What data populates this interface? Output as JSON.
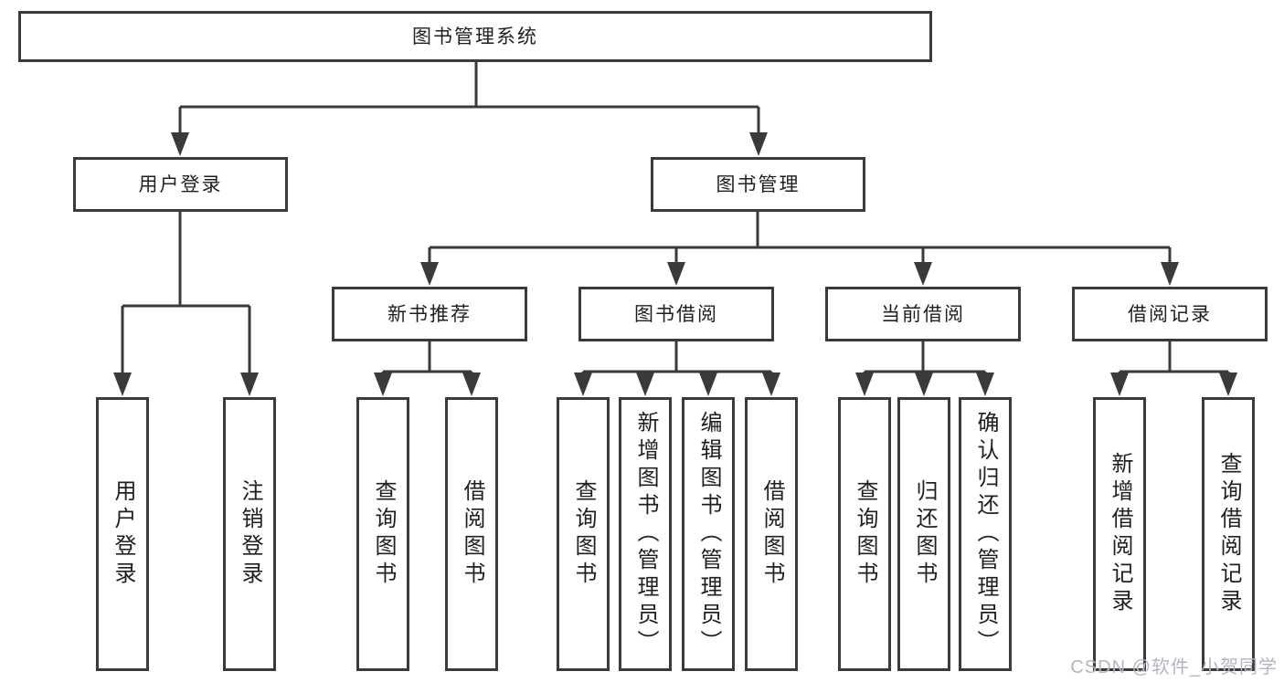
{
  "tree": {
    "root": {
      "label": "图书管理系统"
    },
    "branches": [
      {
        "label": "用户登录",
        "children": [
          {
            "label": "用户登录"
          },
          {
            "label": "注销登录"
          }
        ]
      },
      {
        "label": "图书管理",
        "children": [
          {
            "label": "新书推荐",
            "children": [
              {
                "label": "查询图书"
              },
              {
                "label": "借阅图书"
              }
            ]
          },
          {
            "label": "图书借阅",
            "children": [
              {
                "label": "查询图书"
              },
              {
                "label": "新增图书（管理员）"
              },
              {
                "label": "编辑图书（管理员）"
              },
              {
                "label": "借阅图书"
              }
            ]
          },
          {
            "label": "当前借阅",
            "children": [
              {
                "label": "查询图书"
              },
              {
                "label": "归还图书"
              },
              {
                "label": "确认归还（管理员）"
              }
            ]
          },
          {
            "label": "借阅记录",
            "children": [
              {
                "label": "新增借阅记录"
              },
              {
                "label": "查询借阅记录"
              }
            ]
          }
        ]
      }
    ]
  },
  "watermark": {
    "text": "CSDN @软件_小贺同学"
  },
  "colors": {
    "line": "#3a3a3a",
    "text": "#1f1f1f",
    "watermark": "#b2b6bf",
    "background": "#ffffff"
  }
}
